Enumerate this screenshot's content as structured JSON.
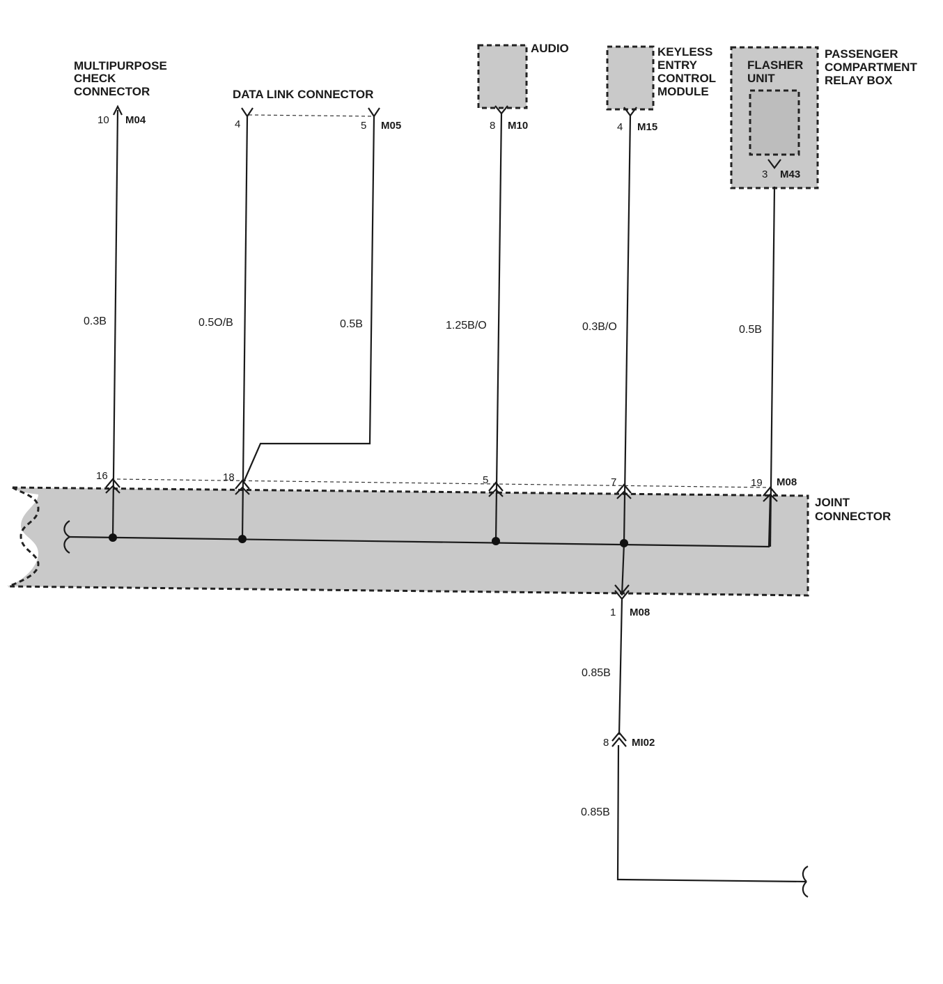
{
  "components": {
    "multipurpose_check_connector": {
      "lines": [
        "MULTIPURPOSE",
        "CHECK",
        "CONNECTOR"
      ],
      "pin": "10",
      "connector": "M04"
    },
    "data_link_connector": {
      "label": "DATA LINK CONNECTOR",
      "pin_a": "4",
      "pin_b": "5",
      "connector": "M05"
    },
    "audio": {
      "label": "AUDIO",
      "pin": "8",
      "connector": "M10"
    },
    "keyless_entry_control_module": {
      "lines": [
        "KEYLESS",
        "ENTRY",
        "CONTROL",
        "MODULE"
      ],
      "pin": "4",
      "connector": "M15"
    },
    "passenger_compartment_relay_box": {
      "lines": [
        "PASSENGER",
        "COMPARTMENT",
        "RELAY BOX"
      ],
      "inner_lines": [
        "FLASHER",
        "UNIT"
      ],
      "pin": "3",
      "connector": "M43"
    },
    "joint_connector": {
      "lines": [
        "JOINT",
        "CONNECTOR"
      ],
      "pins": [
        "16",
        "18",
        "5",
        "7",
        "19"
      ],
      "connector": "M08",
      "bottom_pin": "1",
      "bottom_connector": "M08"
    },
    "inline_connector": {
      "pin": "8",
      "connector": "MI02"
    }
  },
  "wires": {
    "w_m04": "0.3B",
    "w_dlc4": "0.5O/B",
    "w_dlc5": "0.5B",
    "w_audio": "1.25B/O",
    "w_keyless": "0.3B/O",
    "w_flasher": "0.5B",
    "w_bottom1": "0.85B",
    "w_bottom2": "0.85B"
  }
}
